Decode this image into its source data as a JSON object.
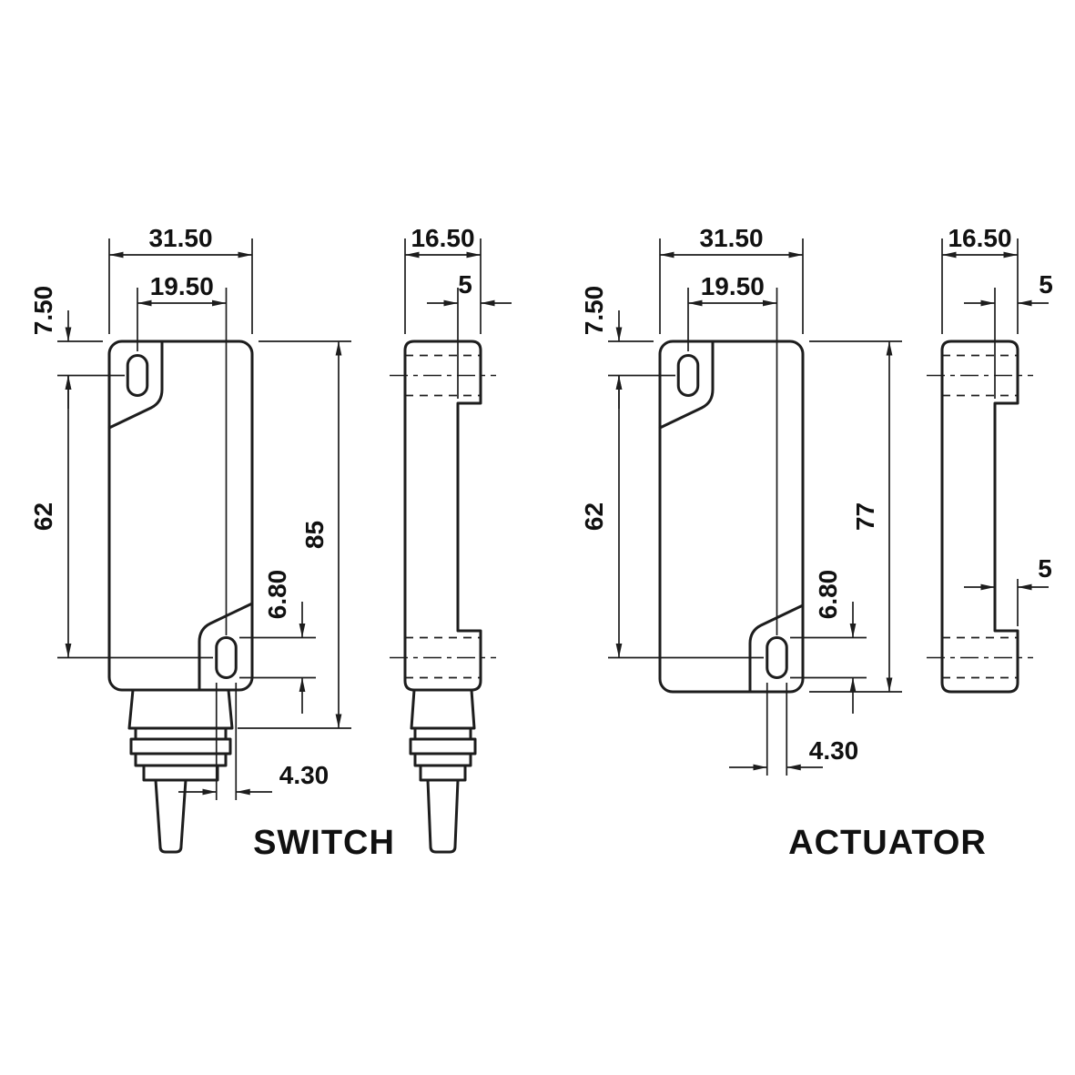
{
  "page": {
    "background": "#ffffff",
    "line_color": "#1d1d1d"
  },
  "captions": {
    "switch": "SWITCH",
    "actuator": "ACTUATOR"
  },
  "views": {
    "switch_front": {
      "dims": {
        "width": "31.50",
        "slot_span": "19.50",
        "top_to_slot": "7.50",
        "slot_spacing": "62",
        "total_height": "85",
        "slot_length": "6.80",
        "slot_width": "4.30"
      }
    },
    "switch_side": {
      "dims": {
        "depth": "16.50",
        "step": "5"
      }
    },
    "actuator_front": {
      "dims": {
        "width": "31.50",
        "slot_span": "19.50",
        "top_to_slot": "7.50",
        "slot_spacing": "62",
        "total_height": "77",
        "slot_length": "6.80",
        "slot_width": "4.30"
      }
    },
    "actuator_side": {
      "dims": {
        "depth": "16.50",
        "step_top": "5",
        "step_mid": "5"
      }
    }
  }
}
